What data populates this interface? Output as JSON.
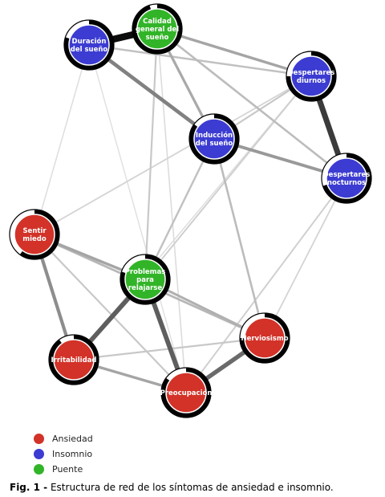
{
  "groups": {
    "anxiety": {
      "label": "Ansiedad",
      "color": "#d23228"
    },
    "insomnia": {
      "label": "Insomnio",
      "color": "#3c3cd2"
    },
    "bridge": {
      "label": "Puente",
      "color": "#32b428"
    }
  },
  "nodes": [
    {
      "id": "duracion",
      "label": [
        "Duración",
        "del sueño"
      ],
      "group": "insomnia",
      "pie": 0.8
    },
    {
      "id": "calidad",
      "label": [
        "Calidad",
        "general del",
        "sueño"
      ],
      "group": "bridge",
      "pie": 0.95
    },
    {
      "id": "despertares_diurnos",
      "label": [
        "Despertares",
        "diurnos"
      ],
      "group": "insomnia",
      "pie": 0.75
    },
    {
      "id": "induccion",
      "label": [
        "Inducción",
        "del sueño"
      ],
      "group": "insomnia",
      "pie": 0.85
    },
    {
      "id": "despertares_nocturnos",
      "label": [
        "Despertares",
        "nocturnos"
      ],
      "group": "insomnia",
      "pie": 0.7
    },
    {
      "id": "sentir_miedo",
      "label": [
        "Sentir",
        "miedo"
      ],
      "group": "anxiety",
      "pie": 0.6
    },
    {
      "id": "problemas",
      "label": [
        "Problemas",
        "para",
        "relajarse"
      ],
      "group": "bridge",
      "pie": 0.8
    },
    {
      "id": "nerviosismo",
      "label": [
        "Nerviosismo"
      ],
      "group": "anxiety",
      "pie": 0.75
    },
    {
      "id": "irritabilidad",
      "label": [
        "Irritabilidad"
      ],
      "group": "anxiety",
      "pie": 0.9
    },
    {
      "id": "preocupacion",
      "label": [
        "Preocupación"
      ],
      "group": "anxiety",
      "pie": 0.85
    }
  ],
  "edges": [
    {
      "from": "duracion",
      "to": "calidad",
      "weight": 0.95
    },
    {
      "from": "despertares_diurnos",
      "to": "despertares_nocturnos",
      "weight": 0.75
    },
    {
      "from": "problemas",
      "to": "preocupacion",
      "weight": 0.6
    },
    {
      "from": "problemas",
      "to": "irritabilidad",
      "weight": 0.6
    },
    {
      "from": "nerviosismo",
      "to": "preocupacion",
      "weight": 0.55
    },
    {
      "from": "duracion",
      "to": "induccion",
      "weight": 0.45
    },
    {
      "from": "induccion",
      "to": "despertares_nocturnos",
      "weight": 0.35
    },
    {
      "from": "sentir_miedo",
      "to": "irritabilidad",
      "weight": 0.4
    },
    {
      "from": "irritabilidad",
      "to": "preocupacion",
      "weight": 0.3
    },
    {
      "from": "sentir_miedo",
      "to": "problemas",
      "weight": 0.3
    },
    {
      "from": "calidad",
      "to": "despertares_diurnos",
      "weight": 0.3
    },
    {
      "from": "calidad",
      "to": "induccion",
      "weight": 0.28
    },
    {
      "from": "sentir_miedo",
      "to": "nerviosismo",
      "weight": 0.22
    },
    {
      "from": "problemas",
      "to": "nerviosismo",
      "weight": 0.25
    },
    {
      "from": "duracion",
      "to": "despertares_diurnos",
      "weight": 0.18
    },
    {
      "from": "calidad",
      "to": "despertares_nocturnos",
      "weight": 0.2
    },
    {
      "from": "induccion",
      "to": "nerviosismo",
      "weight": 0.2
    },
    {
      "from": "induccion",
      "to": "problemas",
      "weight": 0.18
    },
    {
      "from": "despertares_diurnos",
      "to": "induccion",
      "weight": 0.15
    },
    {
      "from": "calidad",
      "to": "problemas",
      "weight": 0.15
    },
    {
      "from": "irritabilidad",
      "to": "nerviosismo",
      "weight": 0.15
    },
    {
      "from": "sentir_miedo",
      "to": "preocupacion",
      "weight": 0.15
    },
    {
      "from": "despertares_nocturnos",
      "to": "preocupacion",
      "weight": 0.12
    },
    {
      "from": "sentir_miedo",
      "to": "despertares_diurnos",
      "weight": 0.1
    },
    {
      "from": "despertares_diurnos",
      "to": "problemas",
      "weight": 0.12
    },
    {
      "from": "despertares_nocturnos",
      "to": "nerviosismo",
      "weight": 0.1
    },
    {
      "from": "duracion",
      "to": "sentir_miedo",
      "weight": 0.06
    },
    {
      "from": "calidad",
      "to": "preocupacion",
      "weight": 0.07
    },
    {
      "from": "despertares_diurnos",
      "to": "irritabilidad",
      "weight": 0.06
    },
    {
      "from": "duracion",
      "to": "preocupacion",
      "weight": 0.05
    }
  ],
  "legend": [
    "anxiety",
    "insomnia",
    "bridge"
  ],
  "caption": {
    "prefix": "Fig. 1 -",
    "text": " Estructura de red de los síntomas de ansiedad e insomnio."
  }
}
